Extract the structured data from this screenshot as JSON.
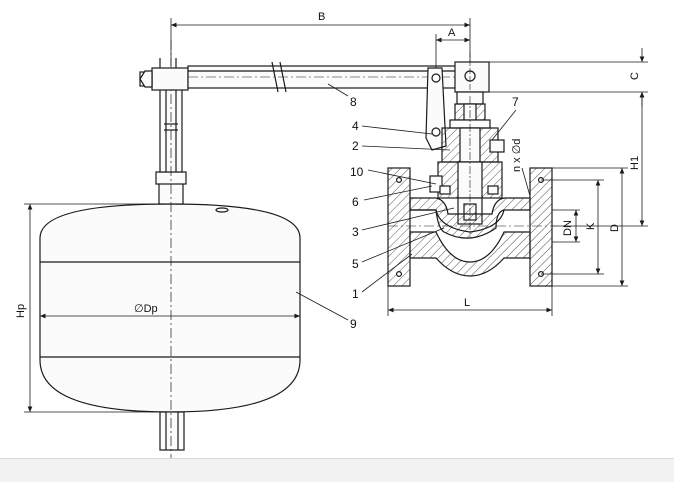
{
  "drawing": {
    "dimensions": {
      "B": "B",
      "A": "A",
      "C": "C",
      "H1": "H1",
      "Hp": "Hp",
      "Dp": "∅Dp",
      "L": "L",
      "DN": "DN",
      "K": "K",
      "D": "D",
      "bolts": "n x ∅d"
    },
    "callouts": {
      "c1": "1",
      "c2": "2",
      "c3": "3",
      "c4": "4",
      "c5": "5",
      "c6": "6",
      "c7": "7",
      "c8": "8",
      "c9": "9",
      "c10": "10"
    }
  },
  "colors": {
    "line": "#1a1a1a",
    "fill_light": "#f4f4f4",
    "hatch": "#555555"
  }
}
